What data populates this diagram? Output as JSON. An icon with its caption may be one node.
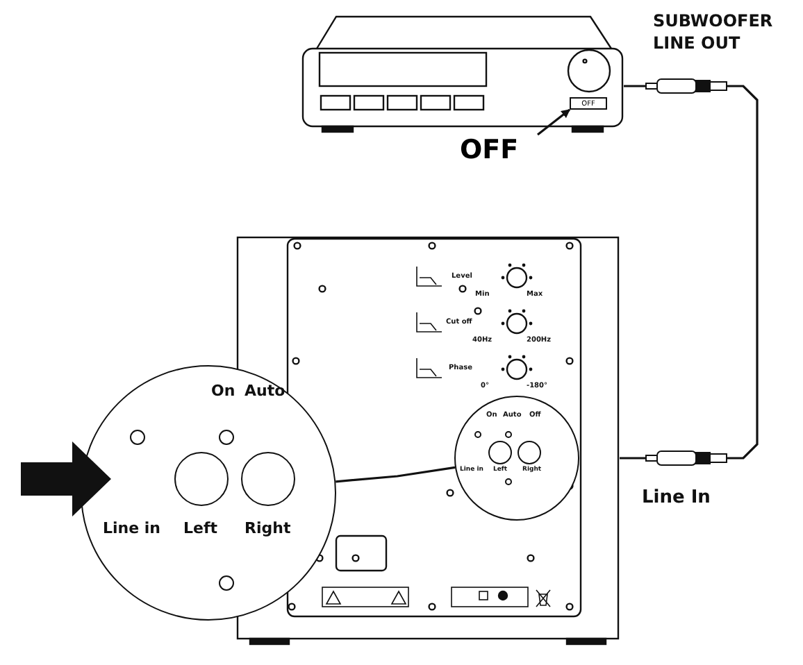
{
  "diagram": {
    "nodes": [
      {
        "text": [],
        "shape": "picture"
      },
      {
        "text": [
          "OFF"
        ],
        "in": 0
      },
      {
        "text": [
          "OFF"
        ]
      },
      {
        "text": [],
        "shape": "picture"
      },
      {
        "text": [
          "On",
          "Auto",
          "Off",
          "Line in",
          "Left",
          "Right"
        ],
        "in": 3
      },
      {
        "text": [
          "On",
          "Auto",
          "Line in",
          "Left",
          "Right"
        ]
      }
    ],
    "edges": [
      {
        "from": 2,
        "to": 1,
        "arrow": "to"
      },
      {
        "from": 0,
        "to": 3,
        "arrow": "none"
      },
      {
        "from": 5,
        "to": 4,
        "arrow": "none"
      }
    ],
    "labels": [
      "SUBWOOFER LINE OUT",
      "Line In",
      "Level",
      "Min",
      "Max",
      "Cut off",
      "40Hz",
      "200Hz",
      "Phase",
      "0°",
      "-180°"
    ]
  }
}
